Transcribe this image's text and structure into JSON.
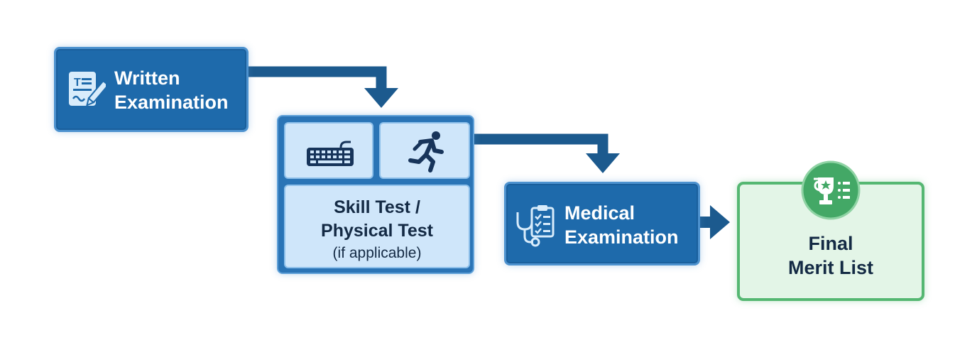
{
  "steps": {
    "written": {
      "line1": "Written",
      "line2": "Examination",
      "icon": "exam-paper-pencil-icon"
    },
    "skill": {
      "line1": "Skill Test /",
      "line2": "Physical Test",
      "note": "(if applicable)",
      "icons": [
        "keyboard-icon",
        "runner-icon"
      ]
    },
    "medical": {
      "line1": "Medical",
      "line2": "Examination",
      "icon": "stethoscope-clipboard-icon"
    },
    "final": {
      "line1": "Final",
      "line2": "Merit List",
      "icon": "trophy-list-icon"
    }
  },
  "colors": {
    "step_fill": "#1e6aab",
    "step_border": "#4d92cf",
    "connector": "#1c5a8e",
    "skill_tile": "#cfe6fa",
    "final_fill": "#e3f5e7",
    "final_border": "#55b772",
    "badge": "#43a866"
  }
}
